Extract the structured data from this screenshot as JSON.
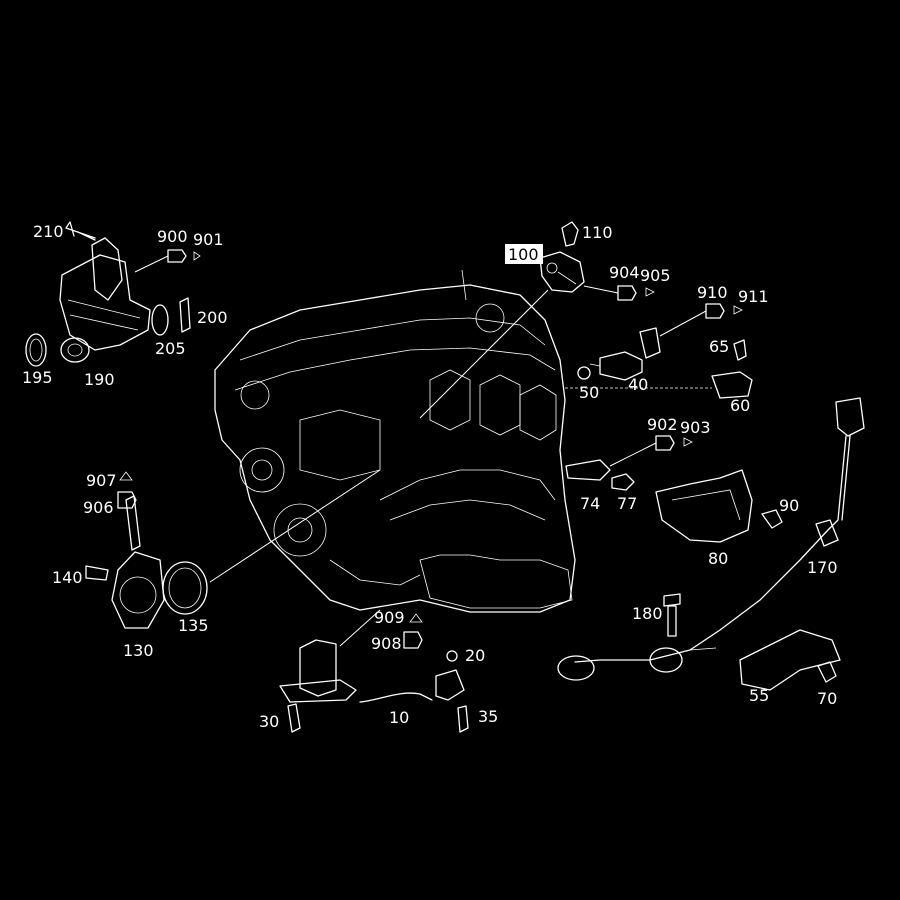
{
  "diagram": {
    "background": "#000000",
    "stroke_color": "#ffffff",
    "highlight_label": "100",
    "labels": [
      {
        "id": "210",
        "text": "210"
      },
      {
        "id": "900",
        "text": "900"
      },
      {
        "id": "901",
        "text": "901"
      },
      {
        "id": "200",
        "text": "200"
      },
      {
        "id": "205",
        "text": "205"
      },
      {
        "id": "195",
        "text": "195"
      },
      {
        "id": "190",
        "text": "190"
      },
      {
        "id": "110",
        "text": "110"
      },
      {
        "id": "100",
        "text": "100"
      },
      {
        "id": "904",
        "text": "904"
      },
      {
        "id": "905",
        "text": "905"
      },
      {
        "id": "910",
        "text": "910"
      },
      {
        "id": "911",
        "text": "911"
      },
      {
        "id": "65",
        "text": "65"
      },
      {
        "id": "50",
        "text": "50"
      },
      {
        "id": "40",
        "text": "40"
      },
      {
        "id": "60",
        "text": "60"
      },
      {
        "id": "902",
        "text": "902"
      },
      {
        "id": "903",
        "text": "903"
      },
      {
        "id": "74",
        "text": "74"
      },
      {
        "id": "77",
        "text": "77"
      },
      {
        "id": "90",
        "text": "90"
      },
      {
        "id": "80",
        "text": "80"
      },
      {
        "id": "170",
        "text": "170"
      },
      {
        "id": "907",
        "text": "907"
      },
      {
        "id": "906",
        "text": "906"
      },
      {
        "id": "140",
        "text": "140"
      },
      {
        "id": "135",
        "text": "135"
      },
      {
        "id": "130",
        "text": "130"
      },
      {
        "id": "909",
        "text": "909"
      },
      {
        "id": "908",
        "text": "908"
      },
      {
        "id": "20",
        "text": "20"
      },
      {
        "id": "180",
        "text": "180"
      },
      {
        "id": "30",
        "text": "30"
      },
      {
        "id": "10",
        "text": "10"
      },
      {
        "id": "35",
        "text": "35"
      },
      {
        "id": "55",
        "text": "55"
      },
      {
        "id": "70",
        "text": "70"
      }
    ]
  }
}
